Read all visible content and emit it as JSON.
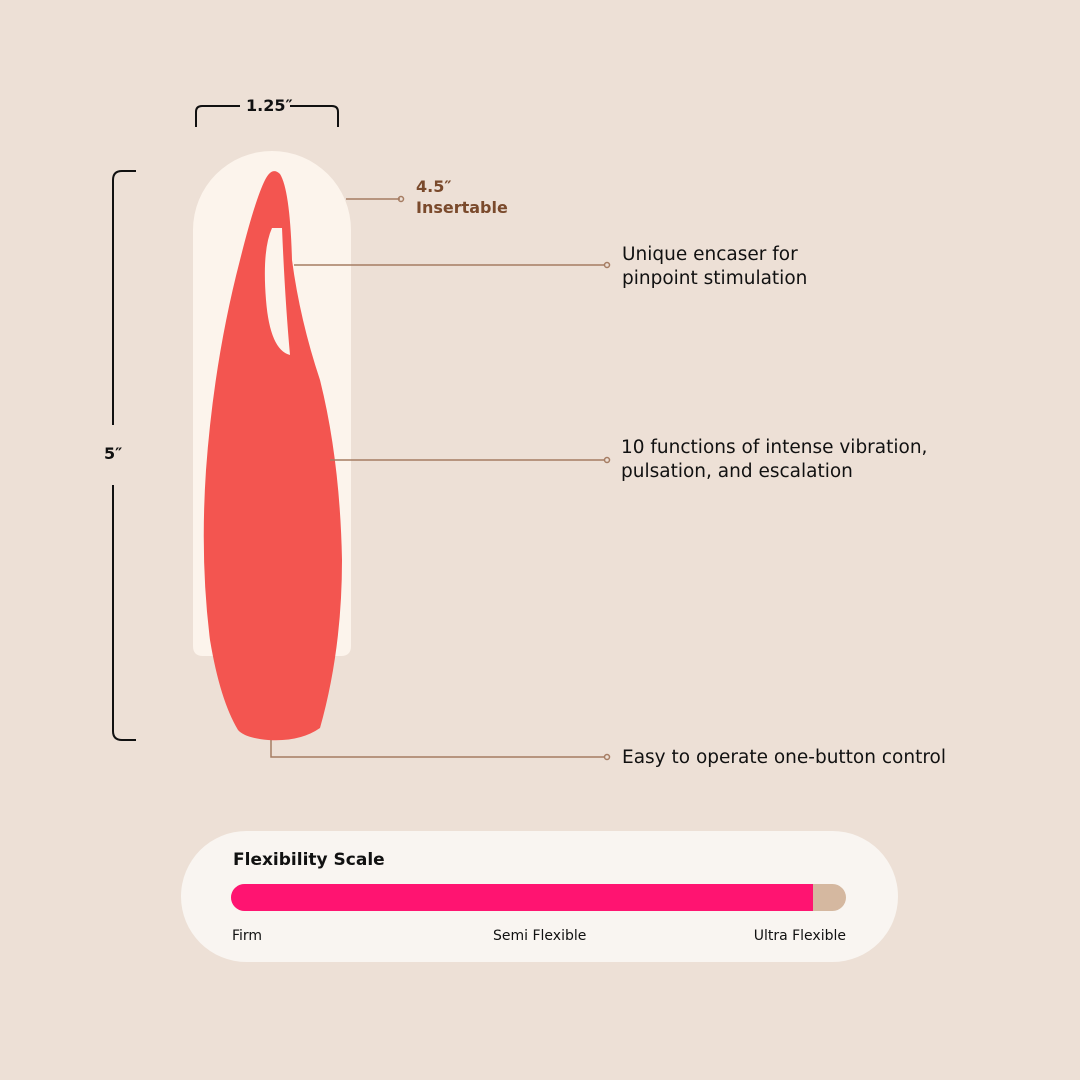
{
  "dimensions": {
    "width": "1.25″",
    "height": "5″"
  },
  "insertable": {
    "length": "4.5″",
    "label": "Insertable"
  },
  "features": [
    {
      "line1": "Unique encaser for",
      "line2": "pinpoint stimulation"
    },
    {
      "line1": "10 functions of intense vibration,",
      "line2": "pulsation, and escalation"
    },
    {
      "line1": "Easy to operate one-button control"
    }
  ],
  "flexibility": {
    "title": "Flexibility Scale",
    "level_fraction": 0.946,
    "labels": [
      "Firm",
      "Semi Flexible",
      "Ultra Flexible"
    ],
    "fill_color": "#ff1471",
    "track_color": "#d5b8a0"
  },
  "colors": {
    "background": "#ede0d6",
    "product": "#f35550",
    "leader": "#a57c62"
  }
}
